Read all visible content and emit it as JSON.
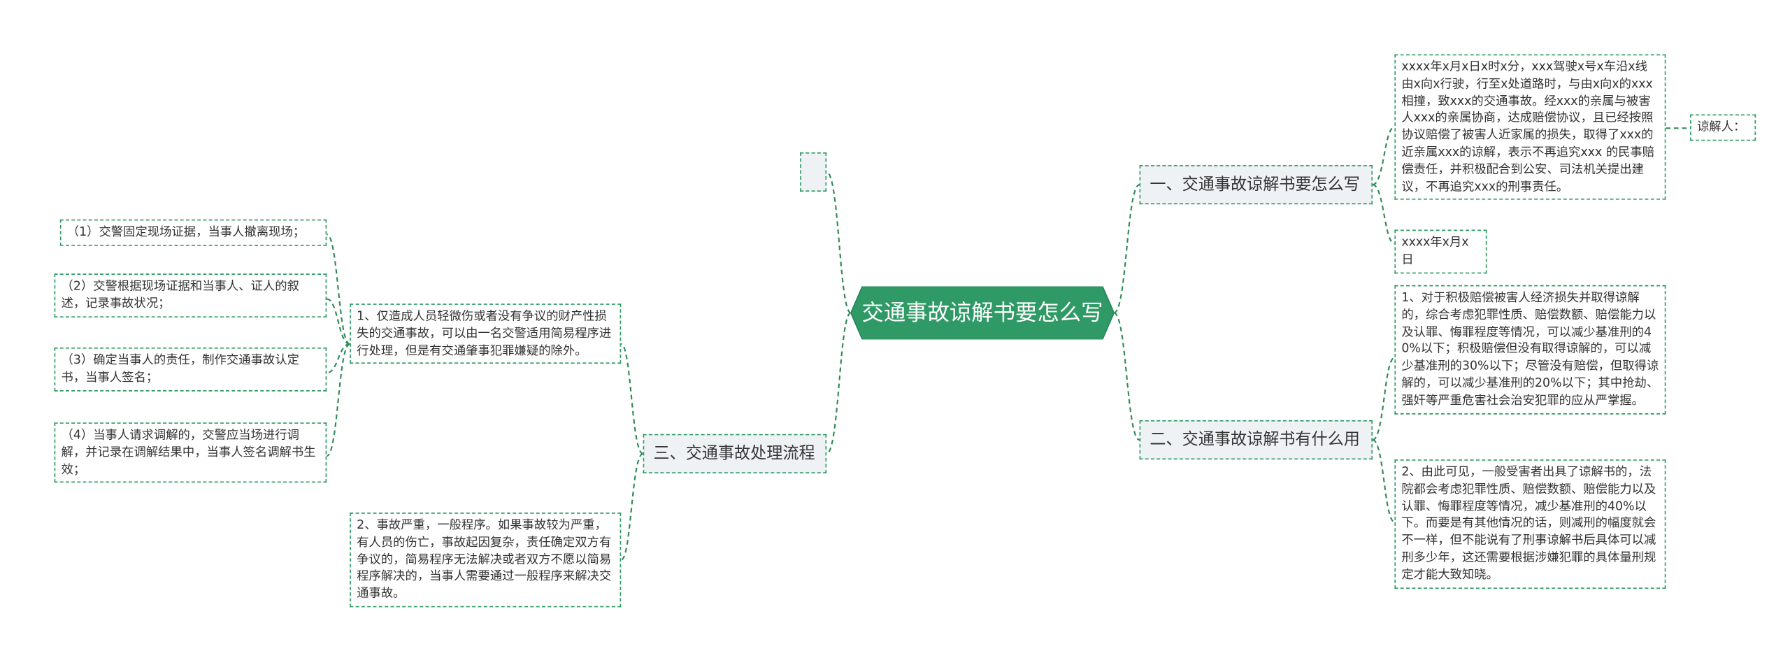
{
  "root": {
    "title": "交通事故谅解书要怎么写"
  },
  "branches": {
    "b1": {
      "label": "一、交通事故谅解书要怎么写",
      "text1": "xxxx年x月x日x时x分，xxx驾驶x号x车沿x线由x向x行驶，行至x处道路时，与由x向x的xxx相撞，致xxx的交通事故。经xxx的亲属与被害人xxx的亲属协商，达成赔偿协议，且已经按照协议赔偿了被害人近家属的损失，取得了xxx的近亲属xxx的谅解，表示不再追究xxx 的民事赔偿责任，并积极配合到公安、司法机关提出建议，不再追究xxx的刑事责任。",
      "signer": "谅解人：",
      "date": "xxxx年x月x日"
    },
    "b2": {
      "label": "二、交通事故谅解书有什么用",
      "text1": "1、对于积极赔偿被害人经济损失并取得谅解的，综合考虑犯罪性质、赔偿数额、赔偿能力以及认罪、悔罪程度等情况，可以减少基准刑的40%以下；积极赔偿但没有取得谅解的，可以减少基准刑的30%以下；尽管没有赔偿，但取得谅解的，可以减少基准刑的20%以下；其中抢劫、强奸等严重危害社会治安犯罪的应从严掌握。",
      "text2": "2、由此可见，一般受害者出具了谅解书的，法院都会考虑犯罪性质、赔偿数额、赔偿能力以及认罪、悔罪程度等情况，减少基准刑的40%以下。而要是有其他情况的话，则减刑的幅度就会不一样，但不能说有了刑事谅解书后具体可以减刑多少年，这还需要根据涉嫌犯罪的具体量刑规定才能大致知晓。"
    },
    "b3": {
      "label": "三、交通事故处理流程",
      "text1": "1、仅造成人员轻微伤或者没有争议的财产性损失的交通事故，可以由一名交警适用简易程序进行处理，但是有交通肇事犯罪嫌疑的除外。",
      "steps": [
        "（1）交警固定现场证据，当事人撤离现场；",
        "（2）交警根据现场证据和当事人、证人的叙述，记录事故状况；",
        "（3）确定当事人的责任，制作交通事故认定书，当事人签名；",
        "（4）当事人请求调解的，交警应当场进行调解，并记录在调解结果中，当事人签名调解书生效；"
      ],
      "text2": "2、事故严重，一般程序。如果事故较为严重，有人员的伤亡，事故起因复杂，责任确定双方有争议的，简易程序无法解决或者双方不愿以简易程序解决的，当事人需要通过一般程序来解决交通事故。"
    }
  },
  "colors": {
    "accent": "#2f9a66",
    "node_fill": "#eef2f4",
    "line": "#2e8b57"
  }
}
